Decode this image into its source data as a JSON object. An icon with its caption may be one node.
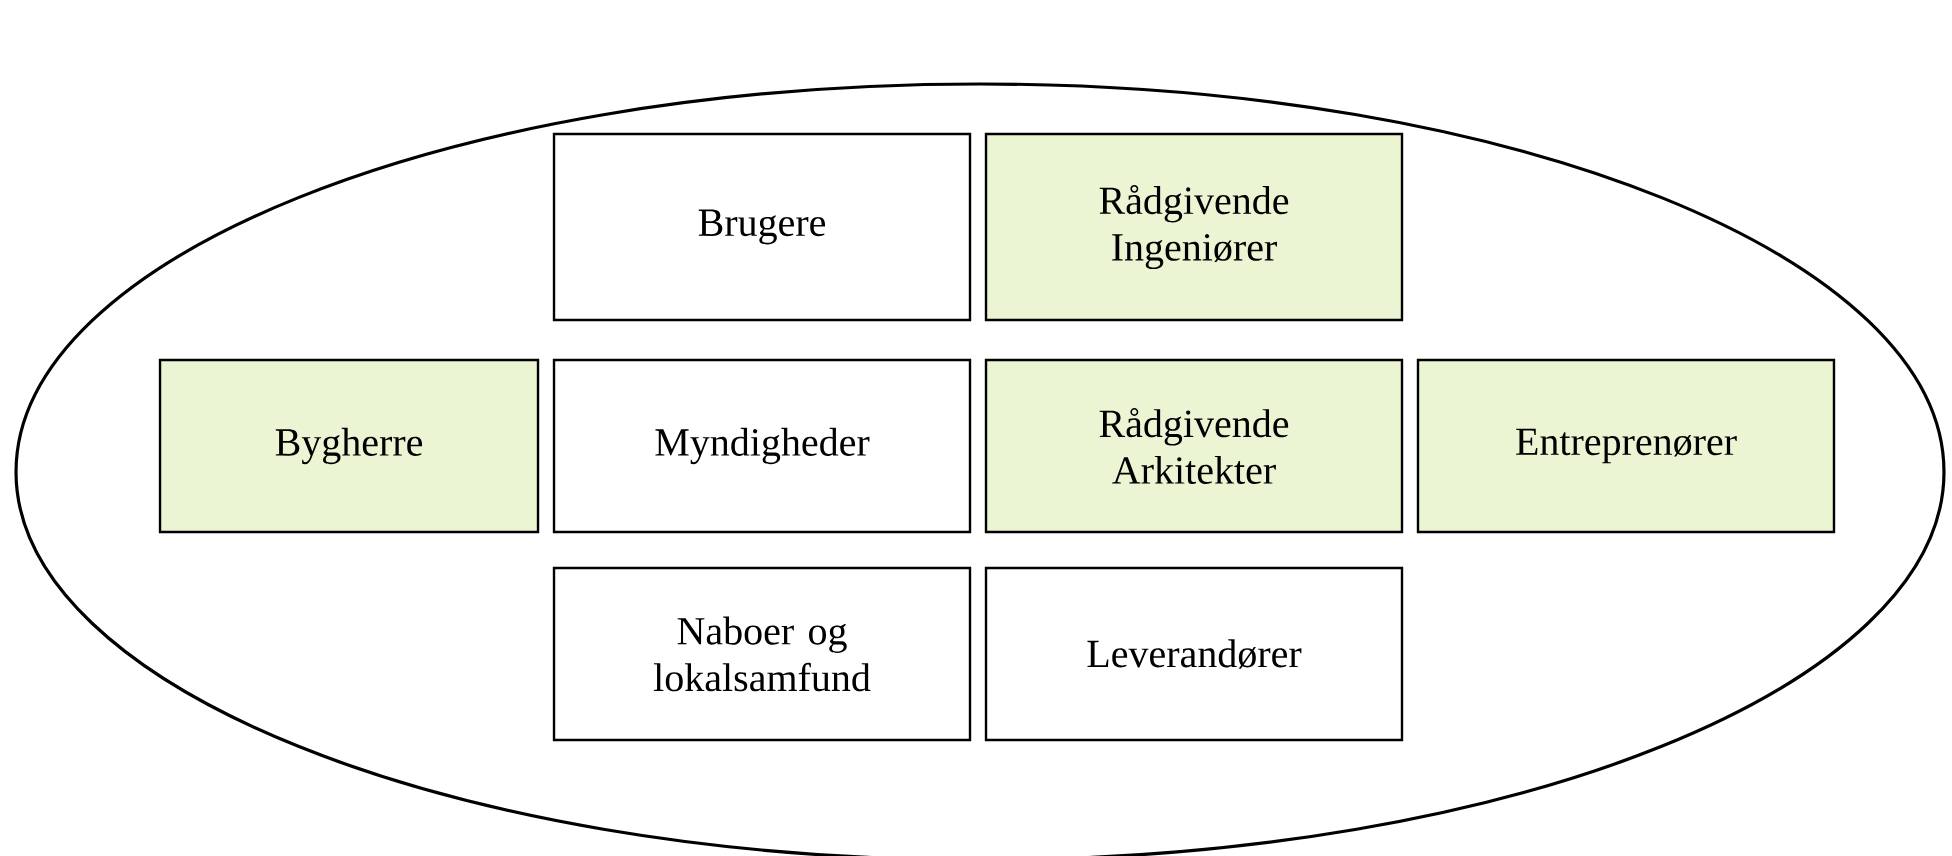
{
  "diagram": {
    "nodes": [
      {
        "text": [],
        "shape": "ellipse"
      },
      {
        "text": [
          "Brugere"
        ],
        "in": 0
      },
      {
        "text": [
          "Rådgivende Ingeniører"
        ],
        "in": 0
      },
      {
        "text": [
          "Bygherre"
        ],
        "in": 0
      },
      {
        "text": [
          "Myndigheder"
        ],
        "in": 0
      },
      {
        "text": [
          "Rådgivende Arkitekter"
        ],
        "in": 0
      },
      {
        "text": [
          "Entreprenører"
        ],
        "in": 0
      },
      {
        "text": [
          "Naboer og lokalsamfund"
        ],
        "in": 0
      },
      {
        "text": [
          "Leverandører"
        ],
        "in": 0
      }
    ]
  }
}
